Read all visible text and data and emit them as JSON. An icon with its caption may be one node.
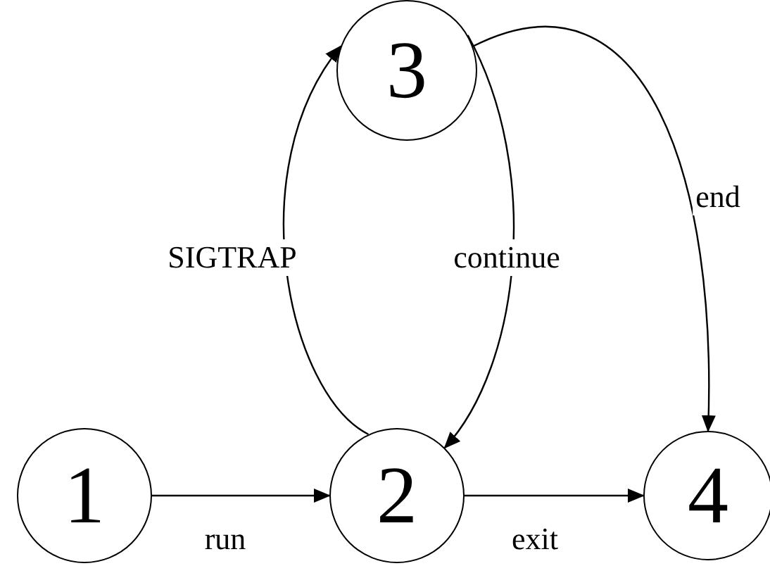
{
  "diagram": {
    "nodes": [
      {
        "text": [
          "1"
        ]
      },
      {
        "text": [
          "2"
        ]
      },
      {
        "text": [
          "3"
        ]
      },
      {
        "text": [
          "4"
        ]
      }
    ],
    "edges": [
      {
        "from": 0,
        "to": 1,
        "arrow": "to",
        "label": "run"
      },
      {
        "from": 1,
        "to": 2,
        "arrow": "to",
        "label": "SIGTRAP"
      },
      {
        "from": 2,
        "to": 1,
        "arrow": "to",
        "label": "continue"
      },
      {
        "from": 2,
        "to": 3,
        "arrow": "to",
        "label": "end"
      },
      {
        "from": 1,
        "to": 3,
        "arrow": "to",
        "label": "exit"
      }
    ]
  }
}
